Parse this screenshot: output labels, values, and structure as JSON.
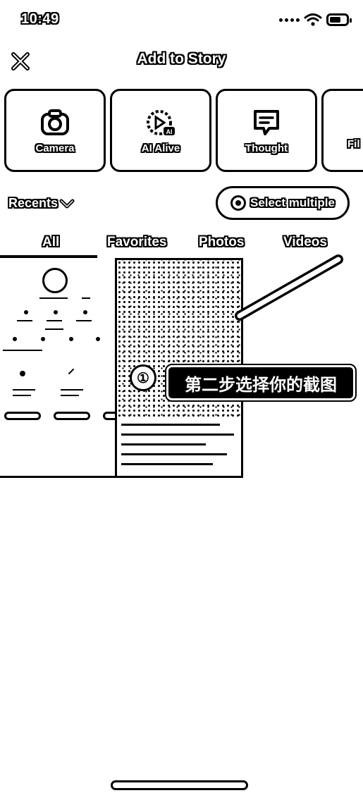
{
  "status_bar": {
    "time": "10:49",
    "battery_level": 0.7
  },
  "header": {
    "title": "Add to Story",
    "close_icon": "close-icon"
  },
  "tiles": [
    {
      "label": "Camera",
      "icon": "camera-icon"
    },
    {
      "label": "AI Alive",
      "icon": "ai-alive-icon",
      "badge": "AI"
    },
    {
      "label": "Thought",
      "icon": "thought-bubble-icon"
    },
    {
      "label": "Fil",
      "icon": "filter-icon"
    }
  ],
  "recents": {
    "label": "Recents"
  },
  "select_multiple": {
    "label": "Select multiple"
  },
  "tabs": [
    {
      "label": "All",
      "selected": true
    },
    {
      "label": "Favorites",
      "selected": false
    },
    {
      "label": "Photos",
      "selected": false
    },
    {
      "label": "Videos",
      "selected": false
    }
  ],
  "annotation": {
    "step": "①",
    "text": "第二步选择你的截图"
  }
}
